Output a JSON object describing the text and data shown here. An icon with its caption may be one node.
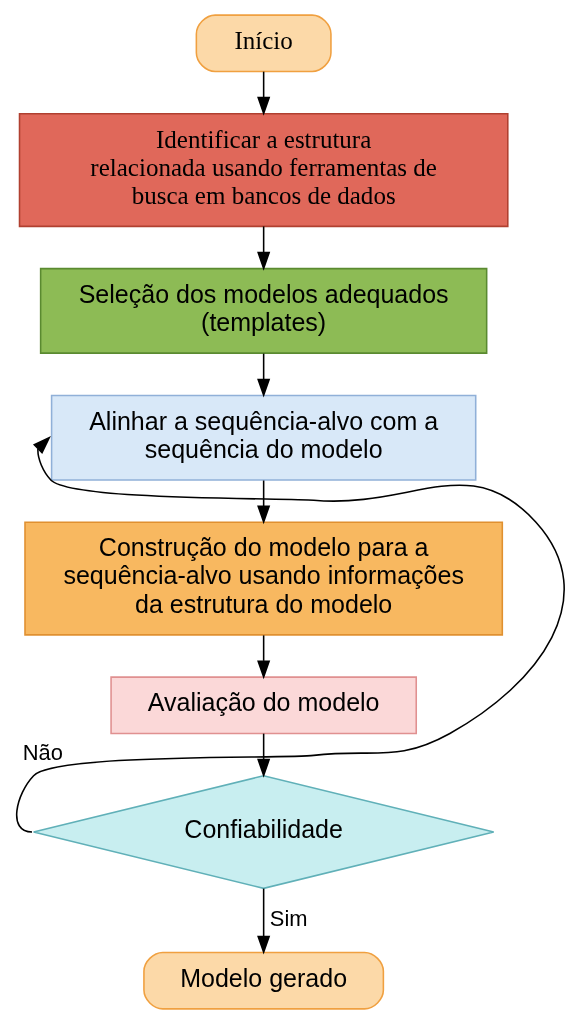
{
  "diagram": {
    "nodes": [
      {
        "text": [
          "Início"
        ]
      },
      {
        "text": [
          "Identificar a estrutura relacionada usando ferramentas de busca em bancos de dados"
        ]
      },
      {
        "text": [
          "Seleção dos modelos adequados",
          "(templates)"
        ]
      },
      {
        "text": [
          "Alinhar a sequência-alvo com a sequência do modelo"
        ]
      },
      {
        "text": [
          "Construção do modelo para a sequência-alvo usando informações da estrutura do modelo"
        ]
      },
      {
        "text": [
          "Avaliação do modelo"
        ]
      },
      {
        "text": [
          "Confiabilidade"
        ]
      },
      {
        "text": [
          "Modelo gerado"
        ]
      }
    ],
    "edges": [
      {
        "from": 0,
        "to": 1,
        "arrow": "to"
      },
      {
        "from": 1,
        "to": 2,
        "arrow": "to"
      },
      {
        "from": 2,
        "to": 3,
        "arrow": "to"
      },
      {
        "from": 3,
        "to": 4,
        "arrow": "to"
      },
      {
        "from": 4,
        "to": 5,
        "arrow": "to"
      },
      {
        "from": 5,
        "to": 6,
        "arrow": "to"
      },
      {
        "from": 6,
        "to": 7,
        "label": "Sim",
        "arrow": "to"
      },
      {
        "from": 6,
        "to": 3,
        "label": "Não",
        "arrow": "to"
      }
    ]
  }
}
